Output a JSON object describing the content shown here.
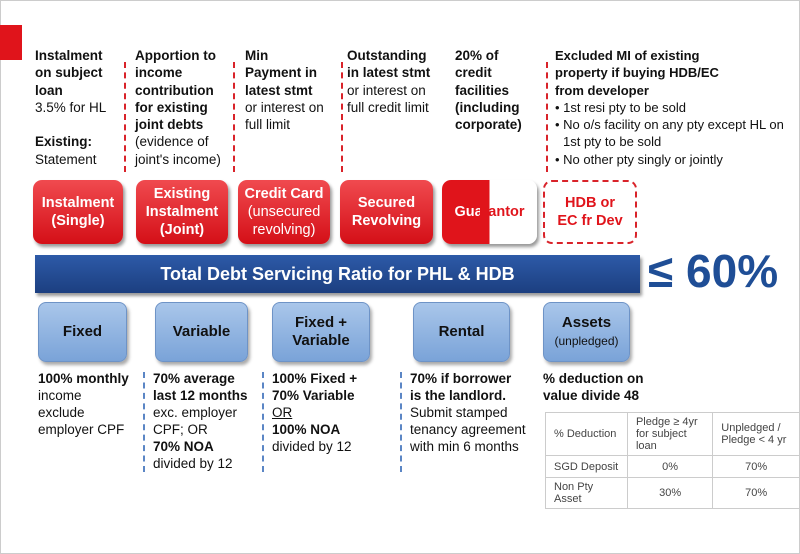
{
  "columns": [
    {
      "bold": [
        "Instalment",
        "on subject",
        "loan"
      ],
      "normal": [
        "3.5% for HL"
      ],
      "bold2": [
        "Existing:"
      ],
      "normal2": [
        "Statement"
      ]
    },
    {
      "bold": [
        "Apportion to",
        "income",
        "contribution",
        "for existing",
        "joint debts"
      ],
      "normal": [
        "(evidence of",
        "joint's income)"
      ]
    },
    {
      "bold": [
        "Min",
        "Payment in",
        "latest stmt"
      ],
      "normal": [
        "or interest on",
        "full limit"
      ]
    },
    {
      "bold": [
        "Outstanding",
        "in latest stmt"
      ],
      "normal": [
        "or interest on",
        "full credit limit"
      ]
    },
    {
      "bold": [
        "20% of",
        "credit",
        "facilities",
        "(including",
        "corporate)"
      ]
    },
    {
      "bold": [
        "Excluded MI of existing",
        "property if buying HDB/EC",
        "from developer"
      ],
      "bullets": [
        "1st resi pty to be sold",
        "No o/s facility on any pty except HL on 1st pty to be sold",
        "No other pty singly or jointly"
      ]
    }
  ],
  "red_boxes": [
    {
      "l1": "Instalment",
      "l2": "(Single)"
    },
    {
      "l1": "Existing",
      "l2": "Instalment",
      "l3": "(Joint)"
    },
    {
      "l1": "Credit Card",
      "s1": "(unsecured",
      "s2": "revolving)"
    },
    {
      "l1": "Secured",
      "l2": "Revolving"
    },
    {
      "l1": "Guarantor"
    },
    {
      "l1": "HDB or",
      "l2": "EC fr Dev"
    }
  ],
  "bar": {
    "title": "Total Debt Servicing Ratio for PHL & HDB",
    "ratio": "≤ 60%"
  },
  "blue_boxes": [
    {
      "l1": "Fixed"
    },
    {
      "l1": "Variable"
    },
    {
      "l1": "Fixed +",
      "l2": "Variable"
    },
    {
      "l1": "Rental"
    },
    {
      "l1": "Assets",
      "sub": "(unpledged)"
    }
  ],
  "income": [
    {
      "lines": [
        "100% monthly",
        "income",
        "exclude",
        "employer CPF"
      ]
    },
    {
      "lines": [
        "70% average",
        "last 12 months",
        "exc. employer",
        "CPF; OR",
        "70% NOA",
        "divided by 12"
      ]
    },
    {
      "lines": [
        "100% Fixed +",
        "70% Variable",
        "OR",
        "100% NOA",
        "divided by 12"
      ]
    },
    {
      "lines": [
        "70% if borrower",
        "is the landlord.",
        "Submit stamped",
        "tenancy agreement",
        "with min 6 months"
      ]
    },
    {
      "lines": [
        "% deduction on",
        "value  divide 48"
      ]
    }
  ],
  "table": {
    "headers": [
      "% Deduction",
      "Pledge ≥ 4yr for subject loan",
      "Unpledged / Pledge < 4 yr"
    ],
    "rows": [
      [
        "SGD Deposit",
        "0%",
        "70%"
      ],
      [
        "Non Pty Asset",
        "30%",
        "70%"
      ]
    ]
  }
}
